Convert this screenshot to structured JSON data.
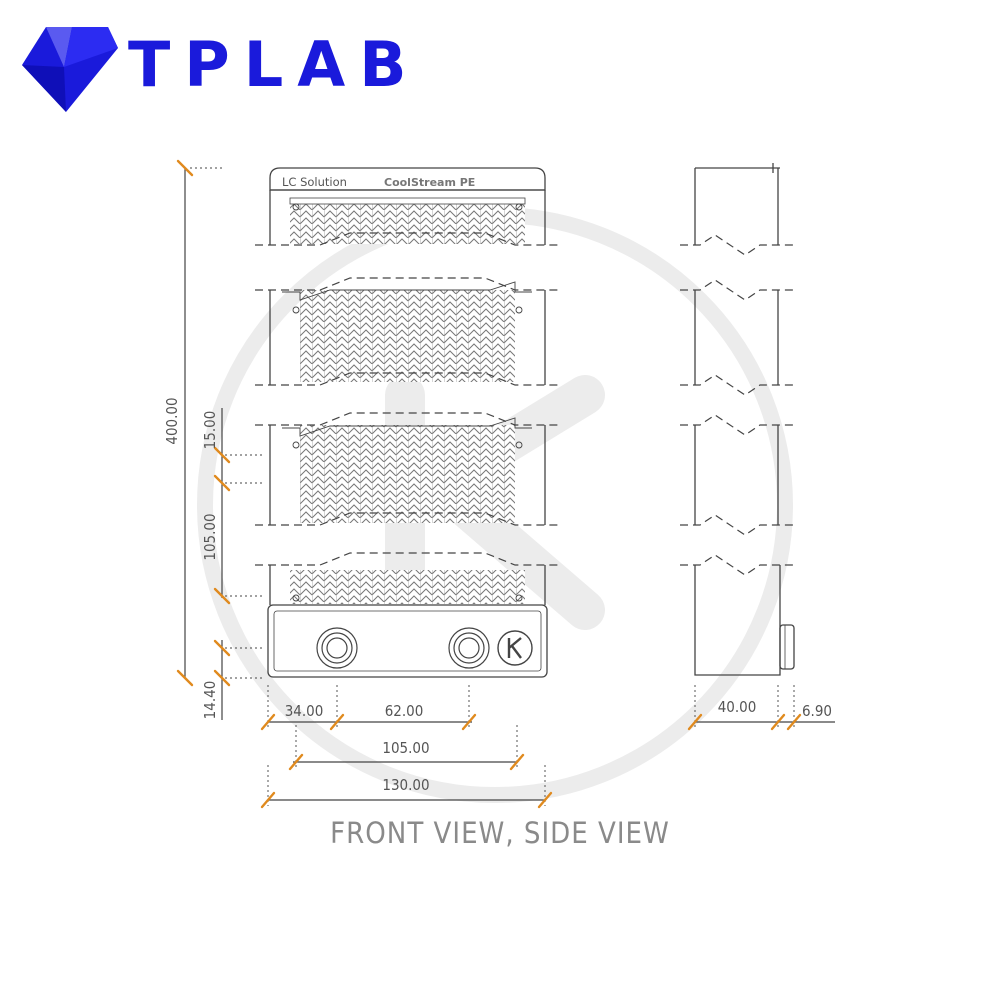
{
  "brand": {
    "name": "TPLAB",
    "color": "#1a1adb"
  },
  "product": {
    "maker": "LC Solution",
    "model": "CoolStream PE"
  },
  "dimensions": {
    "height": "400.00",
    "port_offset": "15.00",
    "port_spacing_v": "105.00",
    "bottom_offset": "14.40",
    "port_from_left": "34.00",
    "port_spacing_h": "62.00",
    "mount_width": "105.00",
    "total_width": "130.00",
    "thickness": "40.00",
    "fitting_depth": "6.90"
  },
  "caption": "FRONT VIEW, SIDE VIEW",
  "colors": {
    "tick": "#e08a1e",
    "line": "#444444",
    "watermark": "#ececec"
  },
  "icons": {
    "logo": "diamond-logo-icon",
    "ek_logo": "ek-logo-icon",
    "watermark": "ek-watermark-icon"
  }
}
